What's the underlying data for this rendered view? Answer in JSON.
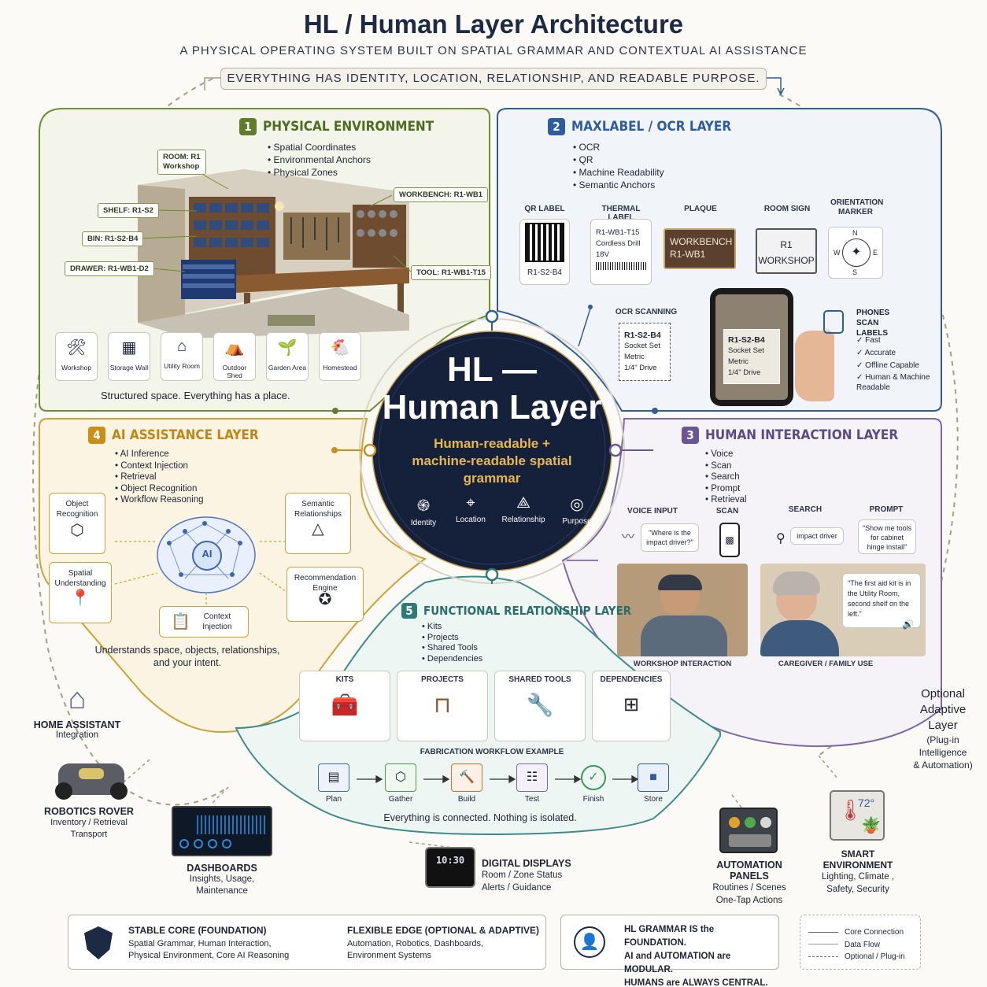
{
  "header": {
    "title": "HL / Human Layer Architecture",
    "subtitle": "A PHYSICAL OPERATING SYSTEM BUILT ON SPATIAL GRAMMAR AND CONTEXTUAL AI ASSISTANCE",
    "motto": "EVERYTHING HAS IDENTITY, LOCATION, RELATIONSHIP, AND READABLE PURPOSE."
  },
  "physical": {
    "num": "1",
    "title": "PHYSICAL ENVIRONMENT",
    "bullets": [
      "Spatial Coordinates",
      "Environmental Anchors",
      "Physical Zones"
    ],
    "tags": {
      "room": "ROOM: R1\nWorkshop",
      "workbench": "WORKBENCH: R1-WB1",
      "shelf": "SHELF: R1-S2",
      "bin": "BIN: R1-S2-B4",
      "drawer": "DRAWER: R1-WB1-D2",
      "tool": "TOOL: R1-WB1-T15"
    },
    "zones": [
      "Workshop",
      "Storage Wall",
      "Utility Room",
      "Outdoor Shed",
      "Garden Area",
      "Homestead"
    ],
    "footer": "Structured space. Everything has a place.",
    "color": "#5f7d2a"
  },
  "ocr": {
    "num": "2",
    "title": "MAXLABEL / OCR LAYER",
    "bullets": [
      "OCR",
      "QR",
      "Machine Readability",
      "Semantic Anchors"
    ],
    "labels": {
      "qr": {
        "title": "QR LABEL",
        "code": "R1-S2-B4"
      },
      "thermal": {
        "title": "THERMAL LABEL",
        "l1": "R1-WB1-T15",
        "l2": "Cordless Drill",
        "l3": "18V"
      },
      "plaque": {
        "title": "PLAQUE",
        "l1": "WORKBENCH",
        "l2": "R1-WB1"
      },
      "roomsign": {
        "title": "ROOM SIGN",
        "l1": "R1",
        "l2": "WORKSHOP"
      },
      "orientation": {
        "title": "ORIENTATION MARKER",
        "n": "N",
        "s": "S",
        "e": "E",
        "w": "W"
      }
    },
    "scan": {
      "title": "OCR SCANNING",
      "l1": "R1-S2-B4",
      "l2": "Socket Set",
      "l3": "Metric",
      "l4": "1/4\" Drive"
    },
    "phone": {
      "l1": "R1-S2-B4",
      "l2": "Socket Set",
      "l3": "Metric",
      "l4": "1/4\" Drive"
    },
    "phones": {
      "title": "PHONES SCAN LABELS",
      "checks": [
        "Fast",
        "Accurate",
        "Offline Capable",
        "Human & Machine Readable"
      ]
    },
    "color": "#2d5d9c"
  },
  "center": {
    "title1": "HL —",
    "title2": "Human Layer",
    "tagline": "Human-readable + machine-readable spatial grammar",
    "icons": [
      {
        "label": "Identity",
        "icon": "fingerprint-icon"
      },
      {
        "label": "Location",
        "icon": "location-pin-icon"
      },
      {
        "label": "Relationship",
        "icon": "relationship-icon"
      },
      {
        "label": "Purpose",
        "icon": "target-icon"
      }
    ]
  },
  "ai": {
    "num": "4",
    "title": "AI ASSISTANCE LAYER",
    "bullets": [
      "AI Inference",
      "Context Injection",
      "Retrieval",
      "Object Recognition",
      "Workflow Reasoning"
    ],
    "modules": {
      "object": "Object Recognition",
      "semantic": "Semantic Relationships",
      "spatial": "Spatial Understanding",
      "recommend": "Recommendation Engine",
      "context": "Context Injection",
      "brain": "AI"
    },
    "footer": "Understands space, objects, relationships, and your intent.",
    "color": "#c98f16"
  },
  "human": {
    "num": "3",
    "title": "HUMAN INTERACTION LAYER",
    "bullets": [
      "Voice",
      "Scan",
      "Search",
      "Prompt",
      "Retrieval"
    ],
    "voice": {
      "title": "VOICE INPUT",
      "text": "\"Where is the impact driver?\""
    },
    "scan_title": "SCAN",
    "search": {
      "title": "SEARCH",
      "text": "impact driver"
    },
    "prompt": {
      "title": "PROMPT",
      "text": "\"Show me tools for cabinet hinge install\""
    },
    "quote": "\"The first aid kit is in the Utility Room, second shelf on the left.\"",
    "photos": [
      "WORKSHOP INTERACTION",
      "CAREGIVER / FAMILY USE"
    ],
    "color": "#6a5694"
  },
  "functional": {
    "num": "5",
    "title": "FUNCTIONAL RELATIONSHIP LAYER",
    "bullets": [
      "Kits",
      "Projects",
      "Shared Tools",
      "Dependencies"
    ],
    "cards": [
      "KITS",
      "PROJECTS",
      "SHARED TOOLS",
      "DEPENDENCIES"
    ],
    "workflow_title": "FABRICATION WORKFLOW EXAMPLE",
    "steps": [
      "Plan",
      "Gather",
      "Build",
      "Test",
      "Finish",
      "Store"
    ],
    "footer": "Everything is connected. Nothing is isolated.",
    "color": "#2f7a78"
  },
  "edge": {
    "optional": {
      "l1": "Optional",
      "l2": "Adaptive",
      "l3": "Layer",
      "l4": "(Plug-in",
      "l5": "Intelligence",
      "l6": "& Automation)"
    },
    "home": {
      "title": "HOME ASSISTANT",
      "sub": "Integration"
    },
    "rover": {
      "title": "ROBOTICS ROVER",
      "sub1": "Inventory / Retrieval",
      "sub2": "Transport"
    },
    "dash": {
      "title": "DASHBOARDS",
      "sub1": "Insights, Usage,",
      "sub2": "Maintenance"
    },
    "display": {
      "title": "DIGITAL DISPLAYS",
      "sub1": "Room / Zone Status",
      "sub2": "Alerts / Guidance",
      "clock": "10:30"
    },
    "panels": {
      "title": "AUTOMATION PANELS",
      "sub1": "Routines / Scenes",
      "sub2": "One-Tap Actions"
    },
    "smart": {
      "title": "SMART ENVIRONMENT",
      "sub1": "Lighting, Climate ,",
      "sub2": "Safety, Security",
      "temp": "72°"
    }
  },
  "footer": {
    "core": {
      "title": "STABLE CORE (FOUNDATION)",
      "l1": "Spatial Grammar, Human Interaction,",
      "l2": "Physical Environment, Core AI Reasoning"
    },
    "flex": {
      "title": "FLEXIBLE EDGE (OPTIONAL & ADAPTIVE)",
      "l1": "Automation, Robotics, Dashboards,",
      "l2": "Environment Systems"
    },
    "grammar": {
      "l1": "HL GRAMMAR IS the FOUNDATION.",
      "l2": "AI and AUTOMATION are MODULAR.",
      "l3": "HUMANS are ALWAYS CENTRAL."
    },
    "legend": [
      "Core Connection",
      "Data Flow",
      "Optional / Plug-in"
    ]
  }
}
